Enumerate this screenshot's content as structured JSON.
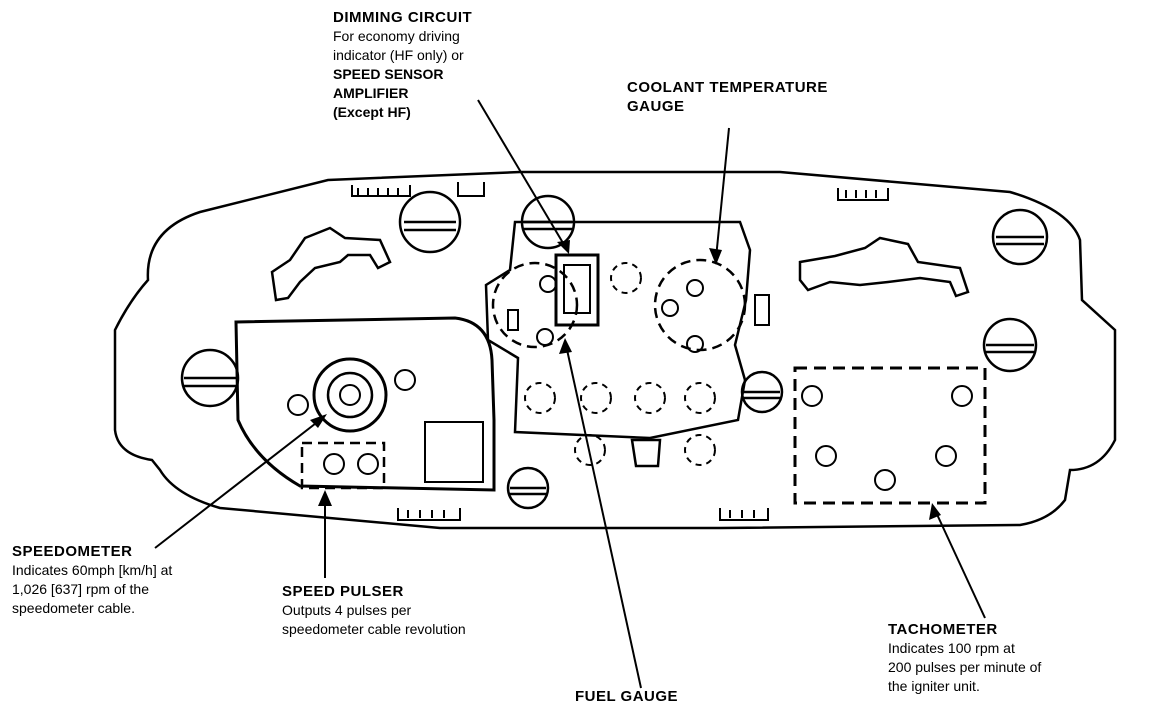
{
  "labels": {
    "dimming": {
      "title": "DIMMING CIRCUIT",
      "line1": "For economy driving",
      "line2": "indicator (HF only) or",
      "alt_title1": "SPEED SENSOR",
      "alt_title2": "AMPLIFIER",
      "alt_note": "(Except HF)"
    },
    "coolant": {
      "title1": "COOLANT TEMPERATURE",
      "title2": "GAUGE"
    },
    "speedometer": {
      "title": "SPEEDOMETER",
      "line1": "Indicates 60mph [km/h] at",
      "line2": "1,026 [637] rpm of the",
      "line3": "speedometer cable."
    },
    "speed_pulser": {
      "title": "SPEED PULSER",
      "line1": "Outputs 4 pulses per",
      "line2": "speedometer cable revolution"
    },
    "fuel_gauge": {
      "title": "FUEL GAUGE"
    },
    "tachometer": {
      "title": "TACHOMETER",
      "line1": "Indicates 100 rpm at",
      "line2": "200 pulses per minute of",
      "line3": "the igniter unit."
    }
  },
  "colors": {
    "ink": "#000000",
    "paper": "#ffffff"
  }
}
